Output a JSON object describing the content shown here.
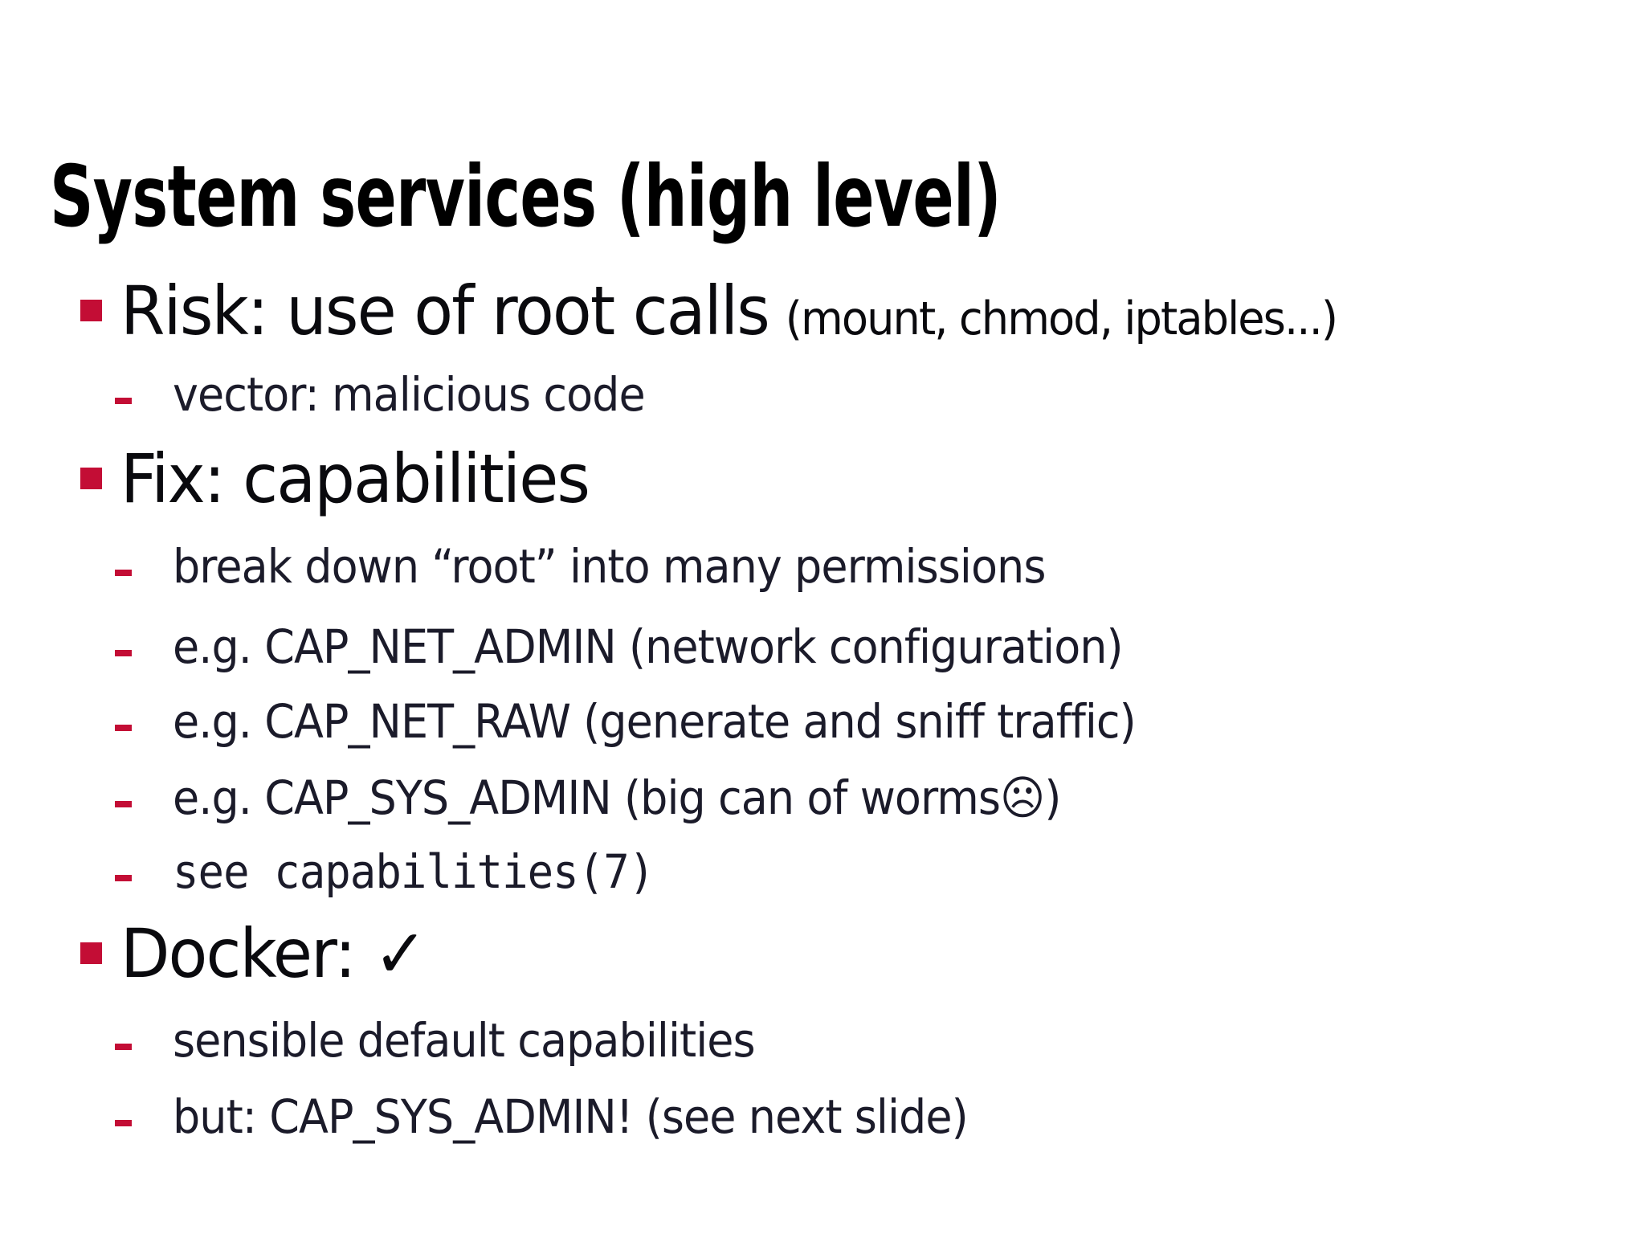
{
  "slide": {
    "title": "System services (high level)",
    "colors": {
      "accent": "#c30d35",
      "title_text": "#000000",
      "main_bullet_text": "#0a0a0e",
      "sub_bullet_text": "#1b1b2a",
      "background": "#ffffff"
    },
    "bullets": [
      {
        "level": 1,
        "marker": "square",
        "text": "Risk: use of root calls",
        "suffix": "(mount, chmod, iptables...)"
      },
      {
        "level": 2,
        "marker": "dash",
        "text": "vector: malicious code"
      },
      {
        "level": 1,
        "marker": "square",
        "text": "Fix: capabilities"
      },
      {
        "level": 2,
        "marker": "dash",
        "text": "break down “root” into many permissions"
      },
      {
        "level": 2,
        "marker": "dash",
        "text": "e.g. CAP_NET_ADMIN (network configuration)"
      },
      {
        "level": 2,
        "marker": "dash",
        "text": "e.g. CAP_NET_RAW (generate and sniff traffic)"
      },
      {
        "level": 2,
        "marker": "dash",
        "text": "e.g. CAP_SYS_ADMIN (big can of worms☹)"
      },
      {
        "level": 2,
        "marker": "dash",
        "text": "see capabilities(7)",
        "mono": true
      },
      {
        "level": 1,
        "marker": "square",
        "text": "Docker: ✓"
      },
      {
        "level": 2,
        "marker": "dash",
        "text": "sensible default capabilities"
      },
      {
        "level": 2,
        "marker": "dash",
        "text": "but: CAP_SYS_ADMIN! (see next slide)"
      }
    ]
  }
}
